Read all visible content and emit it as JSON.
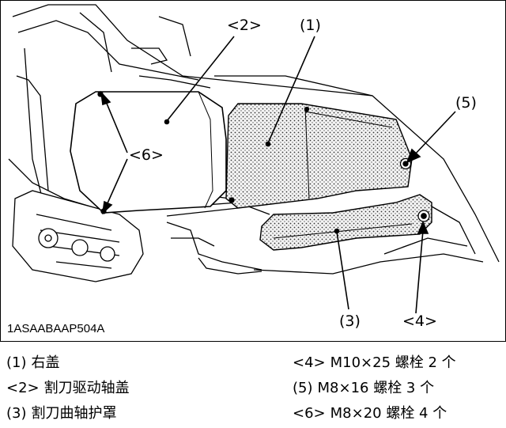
{
  "figure": {
    "code": "1ASAABAAP504A",
    "callouts": {
      "c1": "(1)",
      "c2": "<2>",
      "c3": "(3)",
      "c4": "<4>",
      "c5": "(5)",
      "c6": "<6>"
    }
  },
  "legend": [
    {
      "num": "(1)",
      "text": "右盖"
    },
    {
      "num": "<2>",
      "text": "割刀驱动轴盖"
    },
    {
      "num": "(3)",
      "text": "割刀曲轴护罩"
    },
    {
      "num": "<4>",
      "text": "M10×25 螺栓 2 个"
    },
    {
      "num": "(5)",
      "text": "M8×16 螺栓 3 个"
    },
    {
      "num": "<6>",
      "text": "M8×20 螺栓 4 个"
    }
  ]
}
